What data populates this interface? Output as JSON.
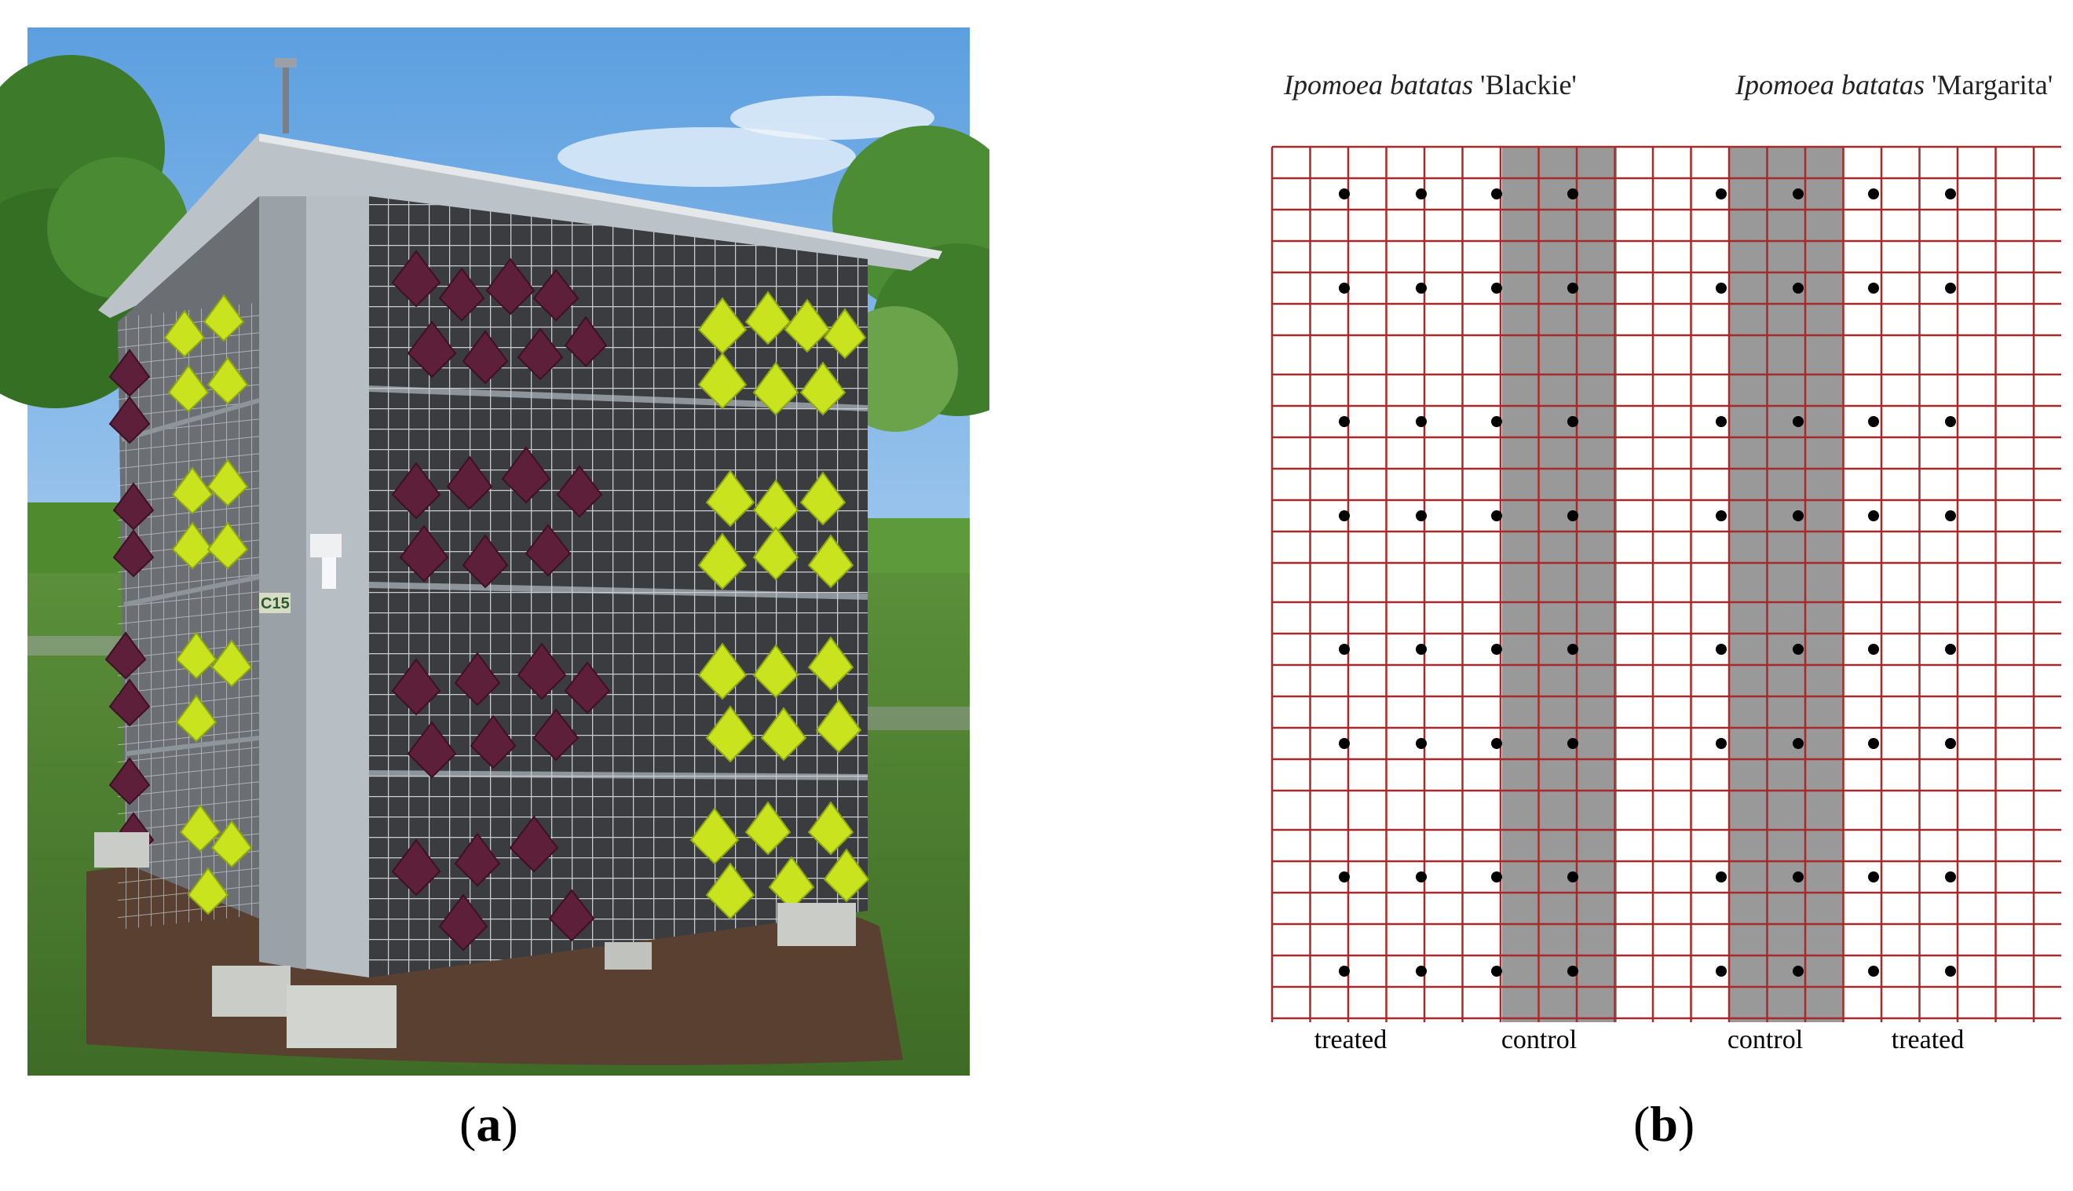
{
  "photo": {
    "wall_label": "C15"
  },
  "diagram": {
    "cultivar_left": {
      "italic": "Ipomoea batatas",
      "name": " 'Blackie'"
    },
    "cultivar_right": {
      "italic": "Ipomoea batatas",
      "name": " 'Margarita'"
    },
    "bottom_labels": [
      "treated",
      "control",
      "control",
      "treated"
    ],
    "grid_color": "#a52a2a",
    "control_fill": "#999999"
  },
  "captions": {
    "a": {
      "open": "(",
      "letter": "a",
      "close": ")"
    },
    "b": {
      "open": "(",
      "letter": "b",
      "close": ")"
    }
  }
}
